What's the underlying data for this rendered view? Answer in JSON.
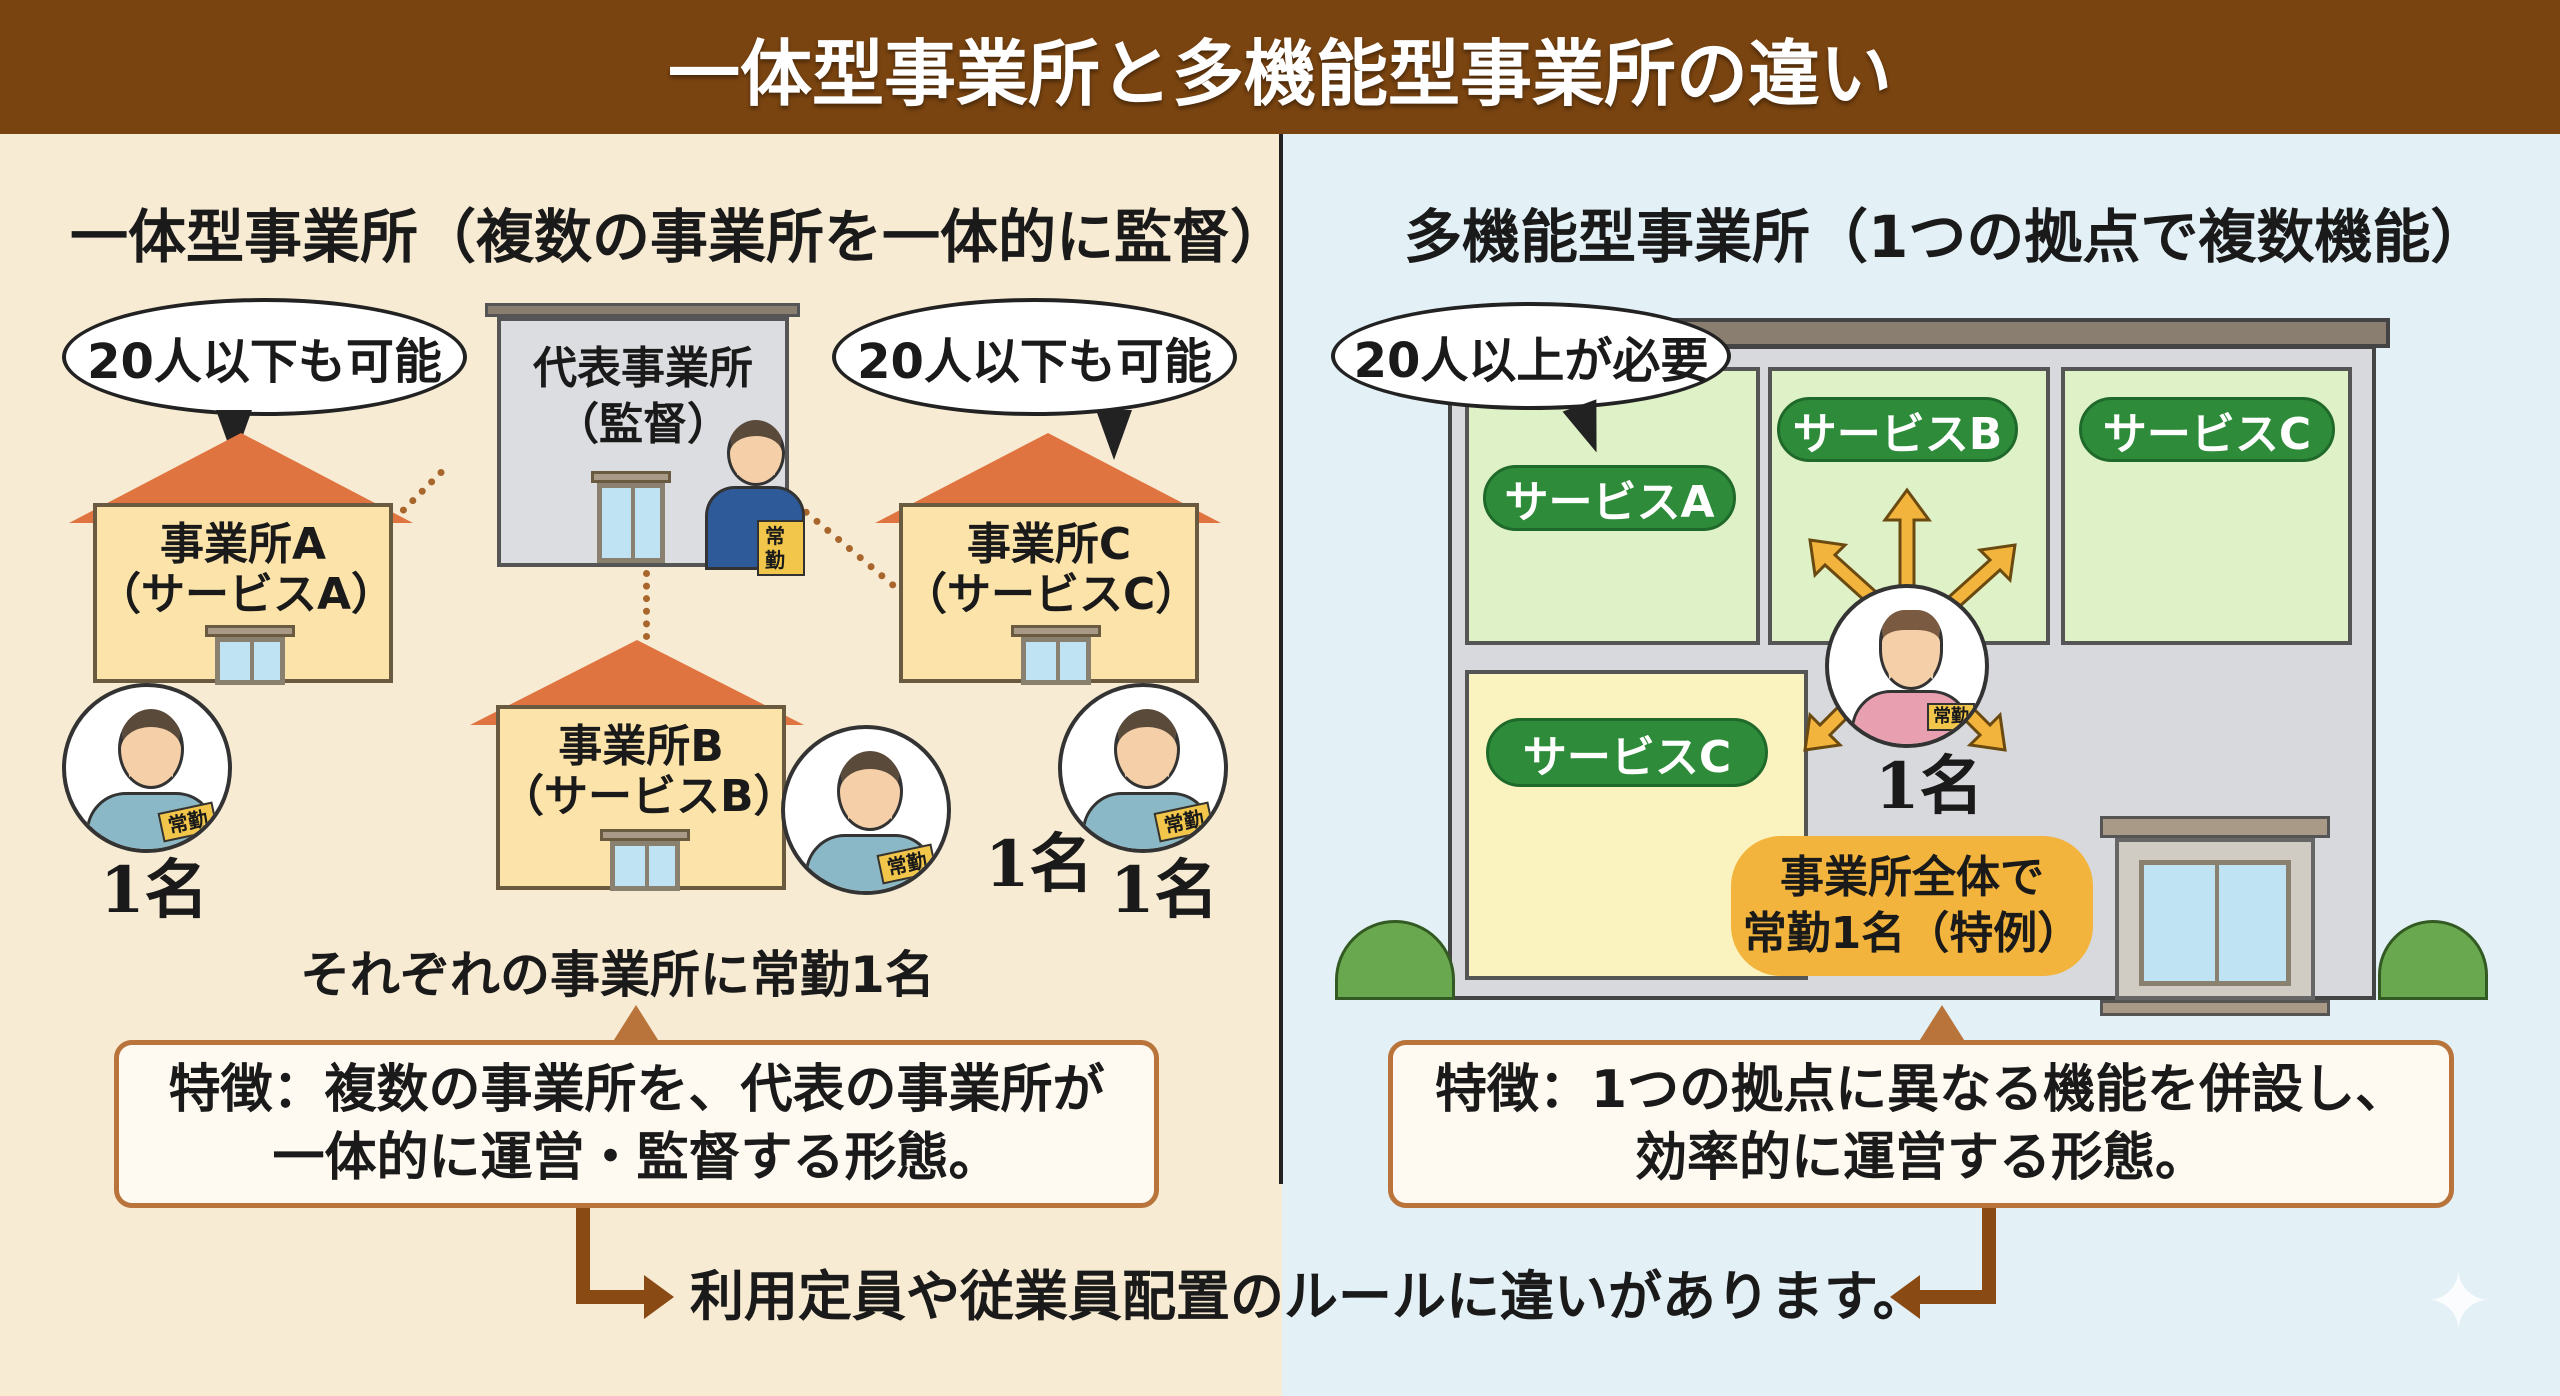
{
  "title": "一体型事業所と多機能型事業所の違い",
  "left": {
    "heading": "一体型事業所（複数の事業所を一体的に監督）",
    "bubble_1": "20人以下も可能",
    "bubble_2": "20人以下も可能",
    "representative": {
      "line1": "代表事業所",
      "line2": "（監督）",
      "badge": "常勤"
    },
    "office_a": {
      "line1": "事業所A",
      "line2": "（サービスA）"
    },
    "office_b": {
      "line1": "事業所B",
      "line2": "（サービスB）"
    },
    "office_c": {
      "line1": "事業所C",
      "line2": "（サービスC）"
    },
    "staff_badge": "常勤",
    "count_a": "1名",
    "count_b": "1名",
    "count_c": "1名",
    "summary": "それぞれの事業所に常勤1名",
    "feature_line1": "特徴：複数の事業所を、代表の事業所が",
    "feature_line2": "一体的に運営・監督する形態。"
  },
  "right": {
    "heading": "多機能型事業所（1つの拠点で複数機能）",
    "bubble": "20人以上が必要",
    "service_a": "サービスA",
    "service_b": "サービスB",
    "service_c_upper": "サービスC",
    "service_c_lower": "サービスC",
    "staff_badge": "常勤",
    "count": "1名",
    "exception_line1": "事業所全体で",
    "exception_line2": "常勤1名（特例）",
    "feature_line1": "特徴：1つの拠点に異なる機能を併設し、",
    "feature_line2": "効率的に運営する形態。"
  },
  "footer": "利用定員や従業員配置のルールに違いがあります。",
  "colors": {
    "title_bar": "#7a4410",
    "left_bg": "#f8ebd3",
    "right_bg": "#e3f1f7",
    "service_green": "#2e8b3a",
    "exception_orange": "#f2b43c",
    "box_border": "#b9743c"
  }
}
